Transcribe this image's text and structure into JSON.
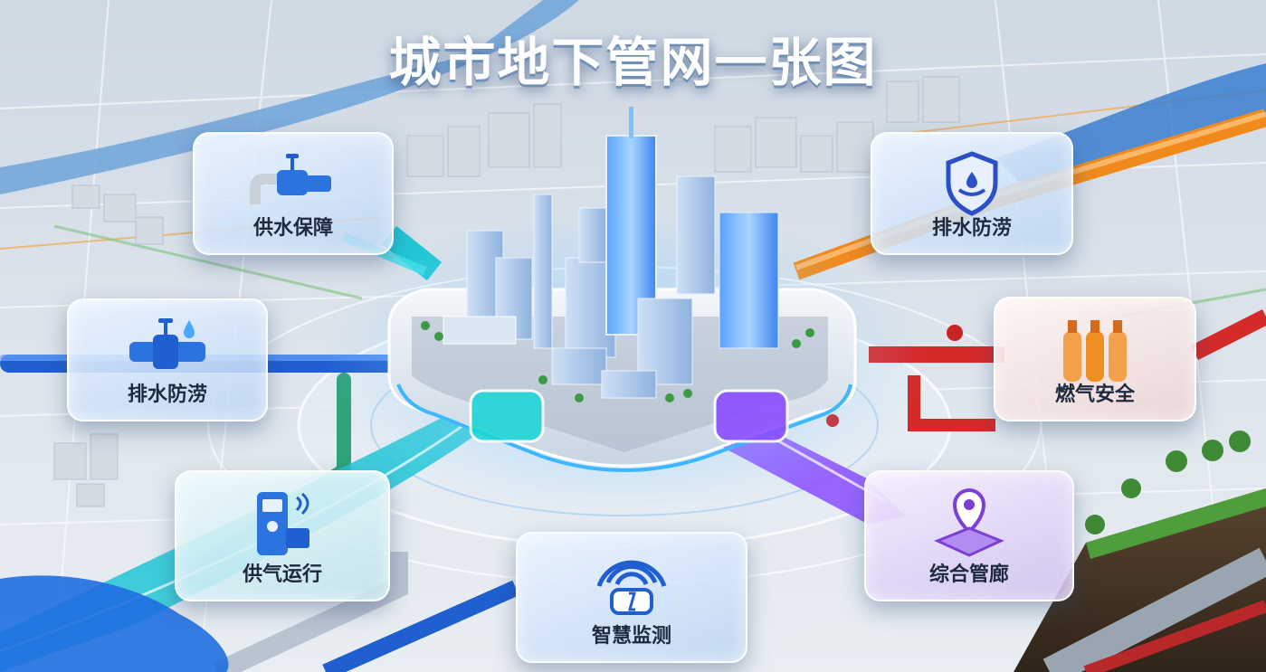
{
  "title": "城市地下管网一张图",
  "cards": [
    {
      "id": "water-supply",
      "label": "供水保障",
      "icon": "water-valve-icon",
      "accent": "#1f6fd6"
    },
    {
      "id": "drainage-left",
      "label": "排水防涝",
      "icon": "pipe-valve-droplet-icon",
      "accent": "#1f6fd6"
    },
    {
      "id": "gas-operation",
      "label": "供气运行",
      "icon": "gas-meter-icon",
      "accent": "#1f6fd6"
    },
    {
      "id": "smart-monitoring",
      "label": "智慧监测",
      "icon": "sensor-signal-icon",
      "accent": "#1f6fd6"
    },
    {
      "id": "drainage-right",
      "label": "排水防涝",
      "icon": "shield-water-icon",
      "accent": "#2b4fc6"
    },
    {
      "id": "gas-safety",
      "label": "燃气安全",
      "icon": "gas-cylinders-icon",
      "accent": "#e58a1e"
    },
    {
      "id": "utility-tunnel",
      "label": "综合管廊",
      "icon": "location-pin-platform-icon",
      "accent": "#7b3fd6"
    }
  ],
  "colors": {
    "water_pipe": "#1f5fd0",
    "teal_pipe": "#22c7d6",
    "orange_pipe": "#f08a1c",
    "red_pipe": "#d52a2a",
    "purple_pipe": "#8a4dff",
    "green_pipe": "#2fa37a",
    "river": "#3b7fd0"
  }
}
